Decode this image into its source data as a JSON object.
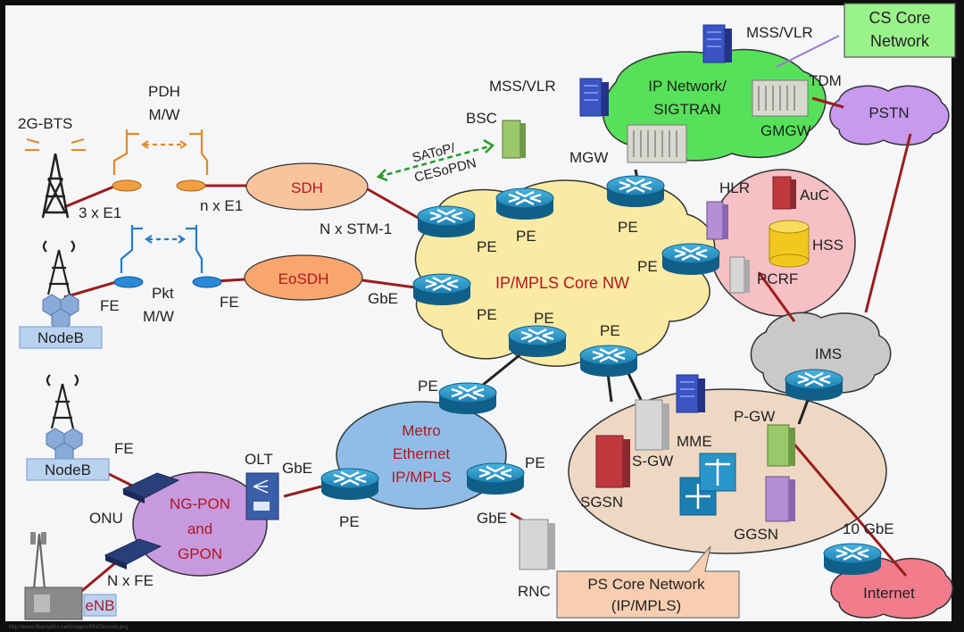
{
  "clouds": {
    "core": "IP/MPLS  Core NW",
    "metro": [
      "Metro",
      "Ethernet",
      "IP/MPLS"
    ],
    "cs_network": [
      "IP Network/",
      "SIGTRAN"
    ],
    "ims": "IMS",
    "pstn": "PSTN",
    "internet": "Internet",
    "ngpon": [
      "NG-PON",
      "and",
      "GPON"
    ]
  },
  "callouts": {
    "cs_core": [
      "CS Core",
      "Network"
    ],
    "ps_core": [
      "PS Core Network",
      "(IP/MPLS)"
    ]
  },
  "ovals": {
    "sdh": "SDH",
    "eosdh": "EoSDH"
  },
  "labels": {
    "bts": "2G-BTS",
    "pdh": "PDH",
    "mw": "M/W",
    "three_e1": "3 x E1",
    "n_e1": "n x E1",
    "n_stm1": "N x STM-1",
    "satop": "SAToP/",
    "cesopdn": "CESoPDN",
    "bsc": "BSC",
    "mss_vlr_left": "MSS/VLR",
    "mss_vlr_top": "MSS/VLR",
    "mgw": "MGW",
    "gmgw": "GMGW",
    "tdm": "TDM",
    "hlr": "HLR",
    "auc": "AuC",
    "hss": "HSS",
    "pcrf": "PCRF",
    "fe_left": "FE",
    "pkt": "Pkt",
    "mw2": "M/W",
    "fe_right": "FE",
    "gbe_core": "GbE",
    "nodeb1": "NodeB",
    "nodeb2": "NodeB",
    "fe_nodeb2": "FE",
    "onu": "ONU",
    "olt": "OLT",
    "gbe_olt": "GbE",
    "pe_metro_left": "PE",
    "pe_metro_top": "PE",
    "pe_metro_right": "PE",
    "gbe_rnc": "GbE",
    "rnc": "RNC",
    "n_fe": "N x FE",
    "enb": "eNB",
    "pe1": "PE",
    "pe2": "PE",
    "pe3": "PE",
    "pe4": "PE",
    "pe5": "PE",
    "pe6": "PE",
    "pe7": "PE",
    "mme": "MME",
    "sgw": "S-GW",
    "pgw": "P-GW",
    "sgsn": "SGSN",
    "ggsn": "GGSN",
    "ten_gbe": "10 GbE",
    "url": "http://www.fiberoptics.net/images/IPNEthernet.png"
  },
  "colors": {
    "core_cloud": "#fbeaa3",
    "cs_cloud": "#57e05a",
    "metro": "#8fbde8",
    "ims": "#c9c9c9",
    "pstn": "#c79af0",
    "internet": "#f07c8c",
    "ngpon": "#c79ae0",
    "sdh": "#f9c49b",
    "pink_area": "#f6c0c5",
    "ps_area": "#eed8c4",
    "link": "#9b1c1c",
    "router": "#1a7fb0"
  }
}
